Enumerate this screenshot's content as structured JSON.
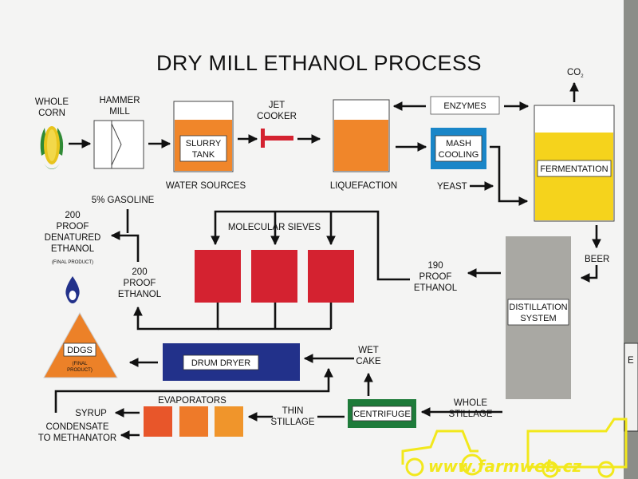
{
  "title": "DRY MILL ETHANOL PROCESS",
  "labels": {
    "whole_corn_1": "WHOLE",
    "whole_corn_2": "CORN",
    "hammer_mill_1": "HAMMER",
    "hammer_mill_2": "MILL",
    "slurry_tank_1": "SLURRY",
    "slurry_tank_2": "TANK",
    "water_sources": "WATER SOURCES",
    "jet_cooker_1": "JET",
    "jet_cooker_2": "COOKER",
    "liquefaction": "LIQUEFACTION",
    "enzymes": "ENZYMES",
    "mash_cooling_1": "MASH",
    "mash_cooling_2": "COOLING",
    "yeast": "YEAST",
    "co2": "CO",
    "co2_sub": "2",
    "fermentation": "FERMENTATION",
    "beer": "BEER",
    "gasoline": "5% GASOLINE",
    "denatured_1": "200",
    "denatured_2": "PROOF",
    "denatured_3": "DENATURED",
    "denatured_4": "ETHANOL",
    "final_product": "(FINAL PRODUCT)",
    "molecular_sieves": "MOLECULAR SIEVES",
    "proof200_1": "200",
    "proof200_2": "PROOF",
    "proof200_3": "ETHANOL",
    "proof190_1": "190",
    "proof190_2": "PROOF",
    "proof190_3": "ETHANOL",
    "distillation_1": "DISTILLATION",
    "distillation_2": "SYSTEM",
    "ddgs": "DDGS",
    "ddgs_final_1": "(FINAL",
    "ddgs_final_2": "PRODUCT)",
    "drum_dryer": "DRUM DRYER",
    "wet_cake_1": "WET",
    "wet_cake_2": "CAKE",
    "evaporators": "EVAPORATORS",
    "syrup": "SYRUP",
    "condensate_1": "CONDENSATE",
    "condensate_2": "TO METHANATOR",
    "thin_stillage_1": "THIN",
    "thin_stillage_2": "STILLAGE",
    "centrifuge": "CENTRIFUGE",
    "whole_stillage_1": "WHOLE",
    "whole_stillage_2": "STILLAGE",
    "edge_letter": "E",
    "watermark": "www.farmweb.cz"
  },
  "colors": {
    "orange": "#f0862a",
    "blue": "#1a86c8",
    "yellow": "#f5d31c",
    "red": "#d42230",
    "gray": "#a9a8a3",
    "navy": "#22318a",
    "green": "#1e7b3a",
    "ddgs_orange": "#ec8128",
    "evap1": "#e8562a",
    "evap2": "#ee7a29",
    "evap3": "#f0952b",
    "watermark": "#f2e81c"
  },
  "icons": [
    "corn-icon",
    "ethanol-drop-icon",
    "tractor-icon",
    "truck-icon"
  ]
}
